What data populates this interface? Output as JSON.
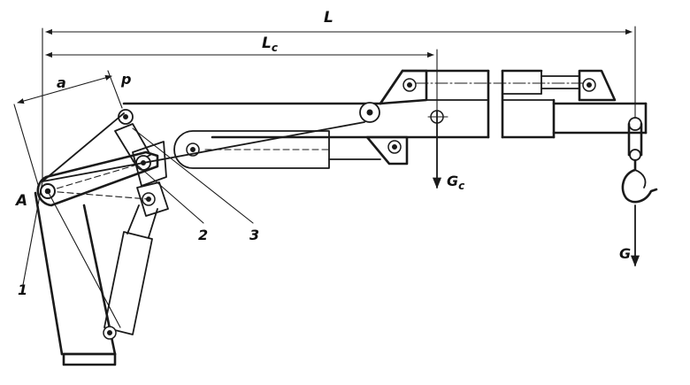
{
  "labels": {
    "L": "L",
    "Lc_main": "L",
    "Lc_sub": "c",
    "Gc_main": "G",
    "Gc_sub": "c",
    "G": "G",
    "a": "a",
    "p": "p",
    "A": "A",
    "n1": "1",
    "n2": "2",
    "n3": "3"
  }
}
